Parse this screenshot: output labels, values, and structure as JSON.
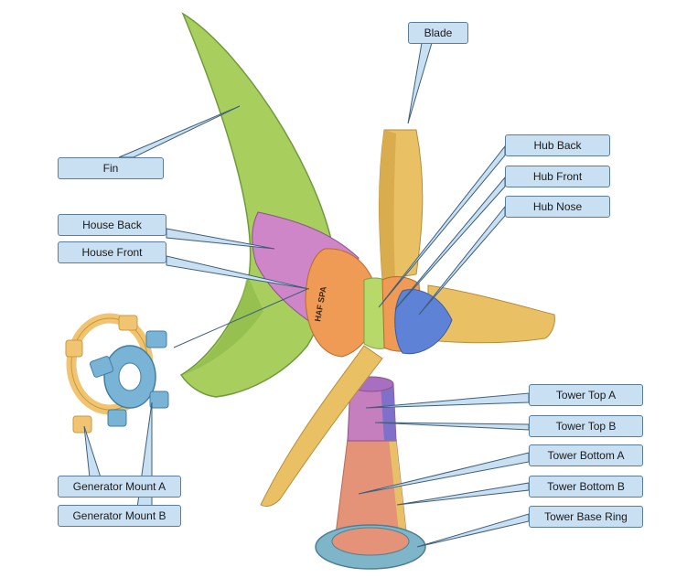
{
  "labels": {
    "fin": "Fin",
    "blade": "Blade",
    "hub_back": "Hub Back",
    "hub_front": "Hub Front",
    "hub_nose": "Hub Nose",
    "house_back": "House Back",
    "house_front": "House Front",
    "tower_top_a": "Tower Top A",
    "tower_top_b": "Tower Top B",
    "tower_bottom_a": "Tower Bottom A",
    "tower_bottom_b": "Tower Bottom B",
    "tower_base_ring": "Tower Base Ring",
    "generator_mount_a": "Generator Mount A",
    "generator_mount_b": "Generator Mount B",
    "housing_text": "HAF SPA"
  },
  "colors": {
    "fin": "#a8cf5e",
    "blade": "#e9c064",
    "house_back": "#cf86c9",
    "house_front": "#ef9a55",
    "hub_back": "#b7d96a",
    "hub_front": "#ef9a55",
    "hub_nose": "#5d82d6",
    "tower_top_a": "#c57fbe",
    "tower_top_b": "#7f70c9",
    "tower_bottom": "#e49378",
    "tower_base_ring": "#7fb5c8",
    "generator_mount_a": "#f0c470",
    "generator_mount_b": "#79b4d6",
    "callout_fill": "#c9e0f3"
  }
}
